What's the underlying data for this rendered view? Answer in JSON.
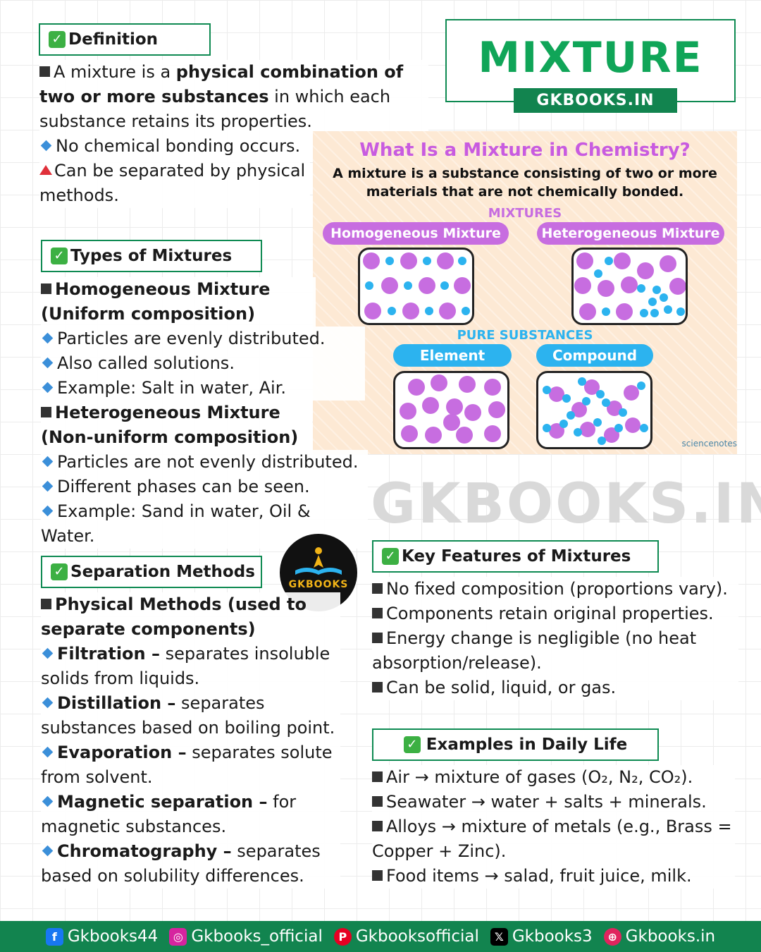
{
  "title": {
    "main": "MIXTURE",
    "tag": "GKBOOKS.IN"
  },
  "definition": {
    "heading": "Definition",
    "intro": "A mixture is a ",
    "bold": "physical combination of two or more substances",
    "rest": " in which each substance retains its properties.",
    "point1": "No chemical bonding occurs.",
    "point2": "Can be separated by physical methods."
  },
  "types": {
    "heading": "Types of Mixtures",
    "homo_title": "Homogeneous Mixture (Uniform composition)",
    "homo_points": [
      "Particles are evenly distributed.",
      "Also called solutions.",
      "Example: Salt in water, Air."
    ],
    "hetero_title": "Heterogeneous Mixture (Non-uniform composition)",
    "hetero_points": [
      "Particles are not evenly distributed.",
      "Different phases can be seen.",
      "Example: Sand in water, Oil & Water."
    ]
  },
  "infographic": {
    "title": "What Is a Mixture in Chemistry?",
    "subtitle": "A mixture is a substance consisting of two or more materials that are not chemically bonded.",
    "mixtures_caption": "MIXTURES",
    "homogeneous_label": "Homogeneous Mixture",
    "heterogeneous_label": "Heterogeneous Mixture",
    "pure_caption": "PURE SUBSTANCES",
    "element_label": "Element",
    "compound_label": "Compound",
    "credit": "sciencenotes",
    "colors": {
      "purple": "#c76de0",
      "blue": "#2cb3ef",
      "background": "#fde9d4"
    }
  },
  "watermark": "GKBOOKS.IN",
  "logo": {
    "text": "GKBOOKS"
  },
  "separation": {
    "heading": "Separation Methods",
    "physical_title": "Physical Methods (used to separate components)",
    "methods": [
      {
        "name": "Filtration –",
        "desc": " separates insoluble solids from liquids."
      },
      {
        "name": "Distillation –",
        "desc": " separates substances based on boiling point."
      },
      {
        "name": "Evaporation –",
        "desc": " separates solute from solvent."
      },
      {
        "name": "Magnetic separation –",
        "desc": " for magnetic substances."
      },
      {
        "name": "Chromatography –",
        "desc": " separates based on solubility differences."
      }
    ]
  },
  "features": {
    "heading": "Key Features of Mixtures",
    "points": [
      "No fixed composition (proportions vary).",
      "Components retain original properties.",
      "Energy change is negligible (no heat absorption/release).",
      "Can be solid, liquid, or gas."
    ]
  },
  "examples": {
    "heading": "Examples in Daily Life",
    "points": [
      "Air → mixture of gases (O₂, N₂, CO₂).",
      "Seawater → water + salts + minerals.",
      "Alloys → mixture of metals (e.g., Brass = Copper + Zinc).",
      "Food items → salad, fruit juice, milk."
    ]
  },
  "footer": {
    "facebook": "Gkbooks44",
    "instagram": "Gkbooks_official",
    "pinterest": "Gkbooksofficial",
    "x": "Gkbooks3",
    "website": "Gkbooks.in"
  }
}
